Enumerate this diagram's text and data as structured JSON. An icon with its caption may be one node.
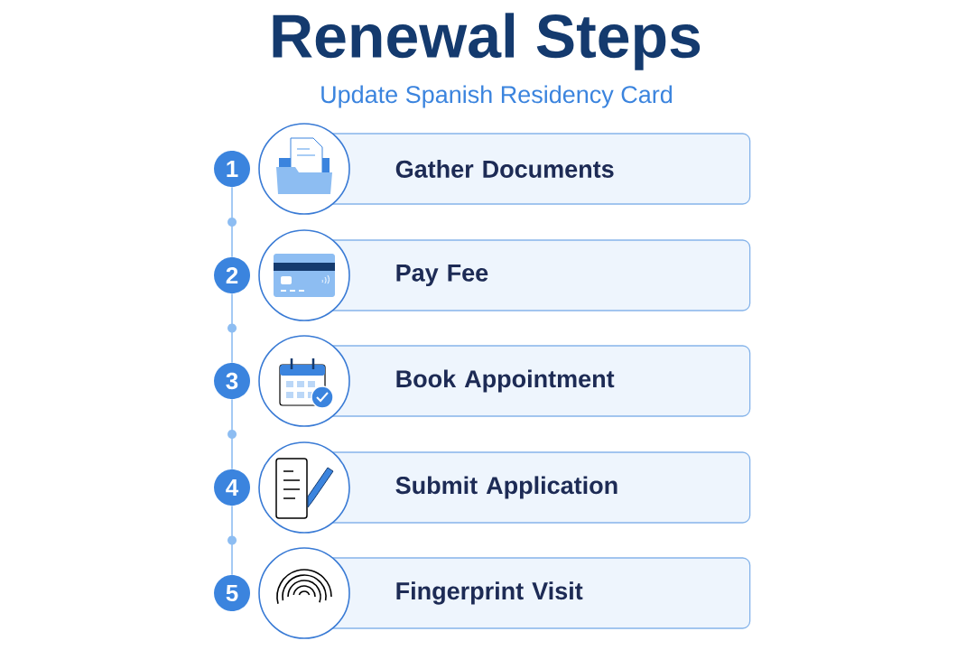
{
  "diagram": {
    "title": "Renewal Steps",
    "caption": "Update Spanish Residency Card",
    "nodes": [
      {
        "text": [
          "1"
        ]
      },
      {
        "text": [
          "Gather Documents"
        ]
      },
      {
        "text": [
          "2"
        ]
      },
      {
        "text": [
          "Pay Fee"
        ]
      },
      {
        "text": [
          "3"
        ]
      },
      {
        "text": [
          "Book Appointment"
        ]
      },
      {
        "text": [
          "4"
        ]
      },
      {
        "text": [
          "Submit Application"
        ]
      },
      {
        "text": [
          "5"
        ]
      },
      {
        "text": [
          "Fingerprint Visit"
        ]
      }
    ],
    "edges": [
      {
        "from": 0,
        "to": 2,
        "arrow": "none"
      },
      {
        "from": 2,
        "to": 4,
        "arrow": "none"
      },
      {
        "from": 4,
        "to": 6,
        "arrow": "none"
      },
      {
        "from": 6,
        "to": 8,
        "arrow": "none"
      }
    ]
  }
}
